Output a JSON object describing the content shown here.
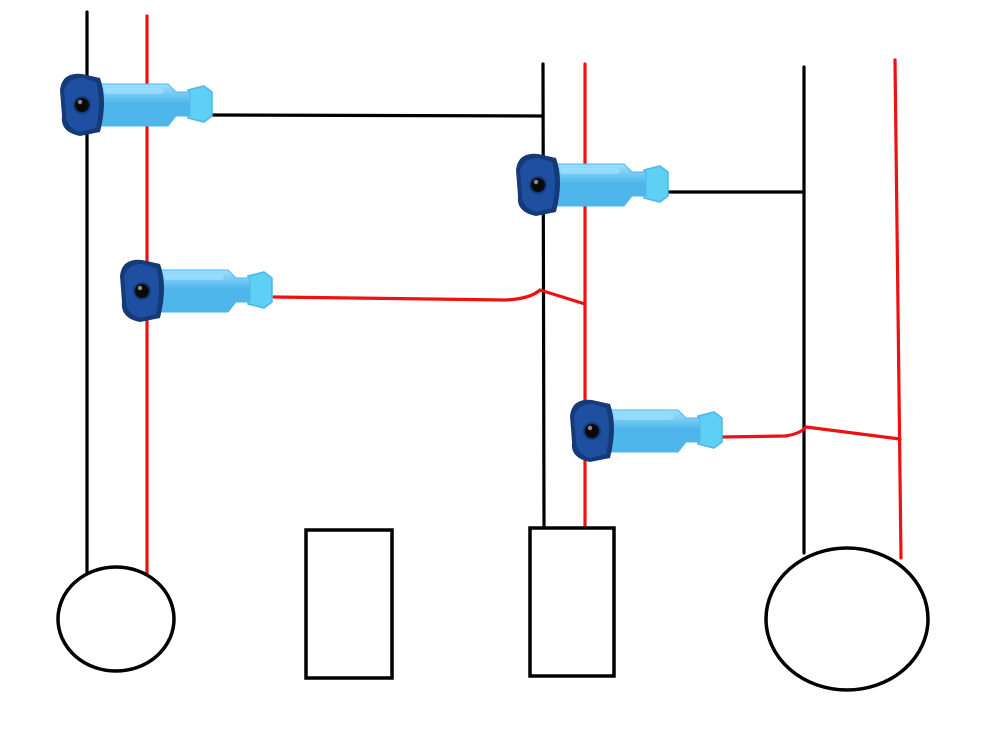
{
  "colors": {
    "background": "#ffffff",
    "neutral_wire": "#000000",
    "hot_wire": "#ee1111",
    "device_outline": "#000000",
    "connector_cap": "#1e4fa0",
    "connector_cap_dark": "#163a78",
    "connector_body": "#4fb6ec",
    "connector_body_light": "#9ee0ff",
    "connector_spade": "#5ed0f5"
  },
  "icons": {
    "connector": "quick-splice-wire-tap-connector-icon"
  },
  "devices": [
    {
      "kind": "round-fixture",
      "label": ""
    },
    {
      "kind": "rectangular-device",
      "label": ""
    },
    {
      "kind": "rectangular-device",
      "label": ""
    },
    {
      "kind": "round-fixture",
      "label": ""
    }
  ],
  "connectors": [
    {
      "tap_wire": "neutral",
      "label": ""
    },
    {
      "tap_wire": "hot",
      "label": ""
    },
    {
      "tap_wire": "neutral",
      "label": ""
    },
    {
      "tap_wire": "hot",
      "label": ""
    }
  ]
}
